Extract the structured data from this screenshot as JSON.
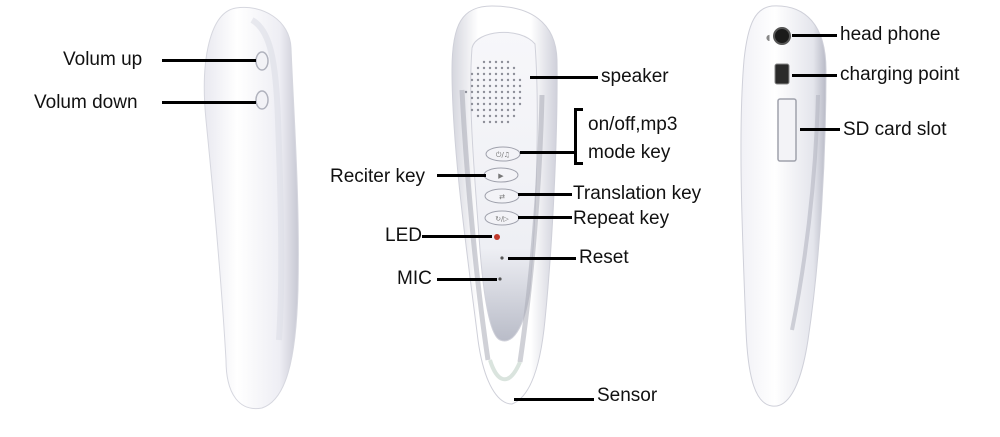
{
  "labels": {
    "volume_up": "Volum up",
    "volume_down": "Volum down",
    "speaker": "speaker",
    "onoff_line1": "on/off,mp3",
    "onoff_line2": "mode key",
    "reciter_key": "Reciter key",
    "translation_key": "Translation key",
    "repeat_key": "Repeat key",
    "led": "LED",
    "reset": "Reset",
    "mic": "MIC",
    "sensor": "Sensor",
    "head_phone": "head phone",
    "charging_point": "charging point",
    "sd_card_slot": "SD card slot"
  },
  "colors": {
    "body": "#f4f4f8",
    "shade": "#c9cbd6",
    "accent_gray": "#9a9ca6",
    "led": "#c0392b",
    "leader": "#000000"
  },
  "icons": {
    "volume_buttons": "side-round-button",
    "speaker": "speaker-grille-dots",
    "jack": "headphone-jack-hole",
    "usb": "mini-usb-port",
    "sd": "sd-card-slot"
  }
}
